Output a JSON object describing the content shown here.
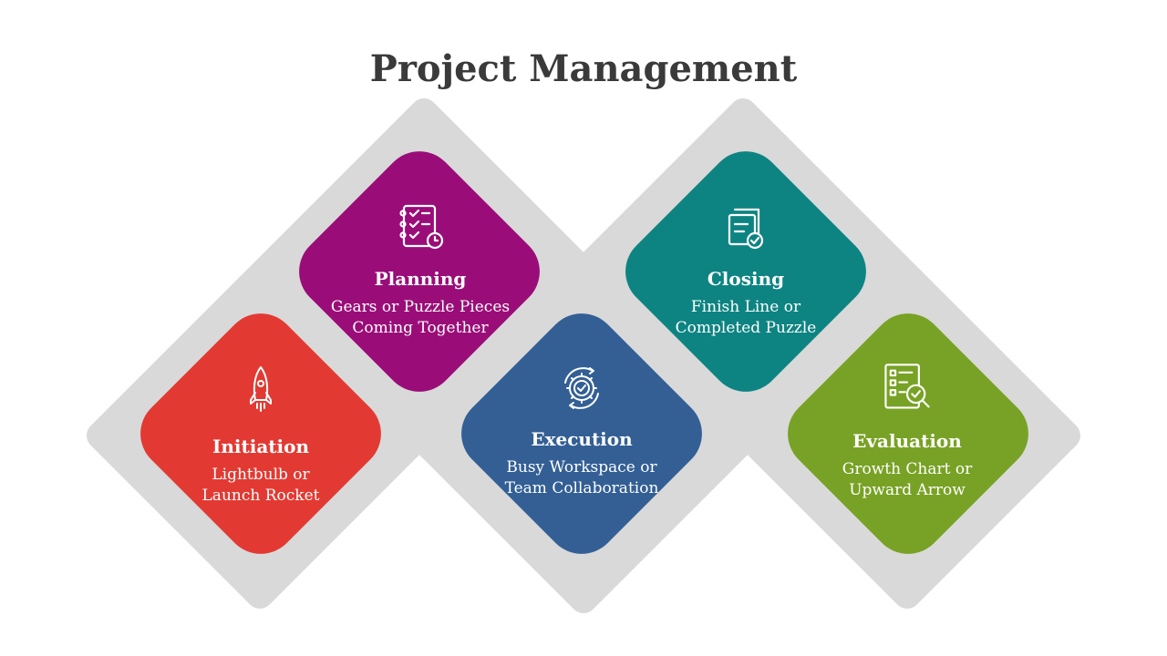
{
  "title": "Project Management",
  "colors": {
    "background_band": "#d9d9d9",
    "initiation": "#e23a33",
    "planning": "#9a0d78",
    "execution": "#335f95",
    "closing": "#0d8482",
    "evaluation": "#78a225"
  },
  "phases": [
    {
      "name": "Initiation",
      "desc_line1": "Lightbulb or",
      "desc_line2": "Launch Rocket",
      "icon": "rocket-icon"
    },
    {
      "name": "Planning",
      "desc_line1": "Gears or Puzzle Pieces",
      "desc_line2": "Coming Together",
      "icon": "checklist-clock-icon"
    },
    {
      "name": "Execution",
      "desc_line1": "Busy Workspace or",
      "desc_line2": "Team Collaboration",
      "icon": "gear-check-icon"
    },
    {
      "name": "Closing",
      "desc_line1": "Finish Line or",
      "desc_line2": "Completed Puzzle",
      "icon": "documents-check-icon"
    },
    {
      "name": "Evaluation",
      "desc_line1": "Growth Chart or",
      "desc_line2": "Upward Arrow",
      "icon": "report-search-icon"
    }
  ]
}
